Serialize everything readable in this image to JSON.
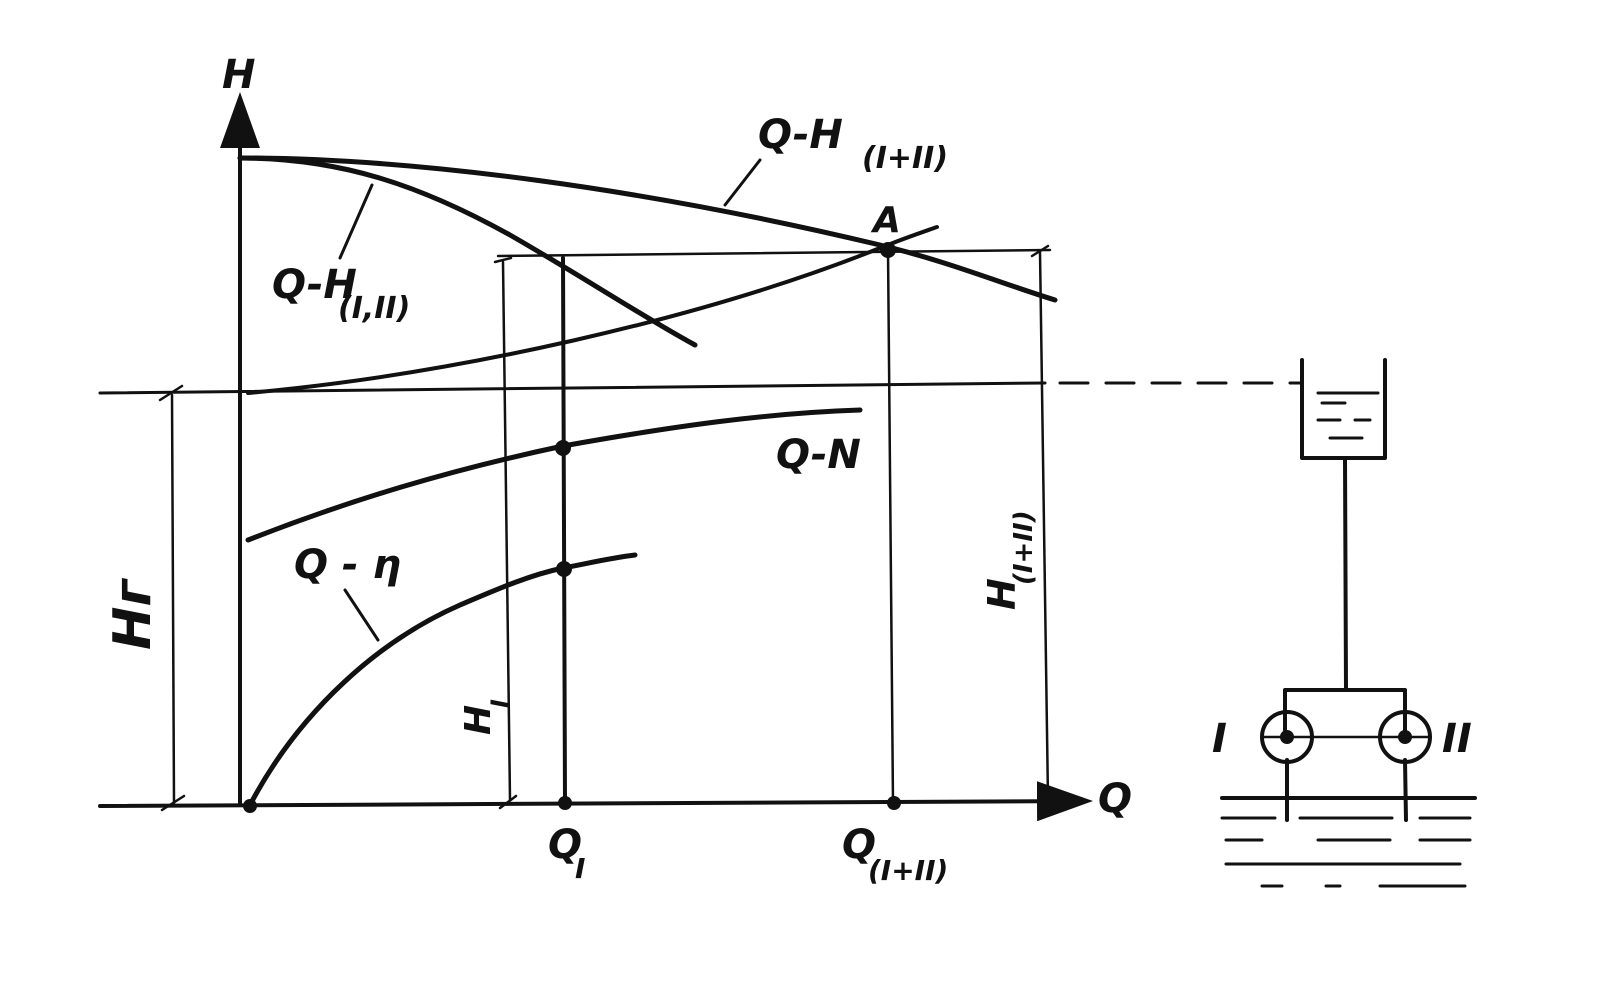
{
  "labels": {
    "axis_h": "H",
    "axis_q": "Q",
    "point_a": "A",
    "curve_qh_combined": "Q-H",
    "curve_qh_combined_sub": "(I+II)",
    "curve_qh_single": "Q-H",
    "curve_qh_single_sub": "(I,II)",
    "curve_qn": "Q-N",
    "curve_qeta": "Q - η",
    "geodetic_head": "Hг",
    "head_single": "H",
    "head_single_sub": "I",
    "head_combined": "H",
    "head_combined_sub": "(I+II)",
    "flow_single": "Q",
    "flow_single_sub": "I",
    "flow_combined": "Q",
    "flow_combined_sub": "(I+II)",
    "pump_1": "I",
    "pump_2": "II"
  },
  "colors": {
    "ink": "#111111",
    "background": "#ffffff"
  }
}
